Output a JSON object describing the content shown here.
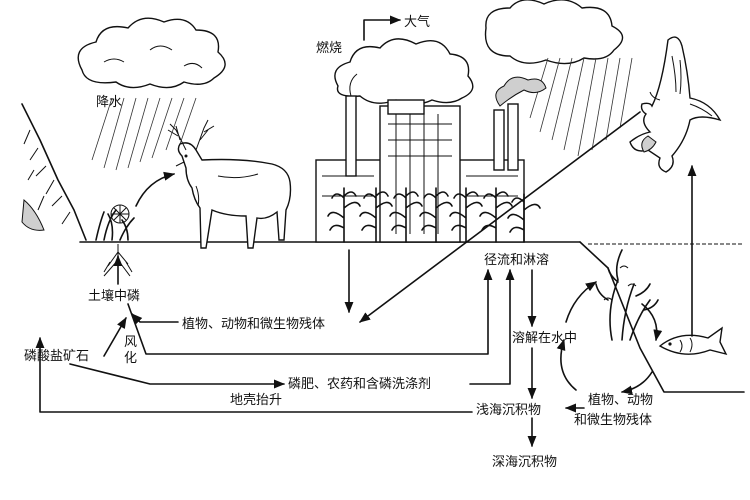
{
  "labels": {
    "precipitation": "降水",
    "atmosphere": "大气",
    "combustion": "燃烧",
    "soil_phosphorus": "土壤中磷",
    "phosphate_rock": "磷酸盐矿石",
    "weathering": "风化",
    "plant_animal_microbe_remains": "植物、动物和微生物残体",
    "runoff_leaching": "径流和淋溶",
    "dissolved_in_water": "溶解在水中",
    "fertilizer_pesticide_detergent": "磷肥、农药和含磷洗涤剂",
    "crustal_uplift": "地壳抬升",
    "shallow_sea_sediment": "浅海沉积物",
    "marine_remains_line1": "植物、动物",
    "marine_remains_line2": "和微生物残体",
    "deep_sea_sediment": "深海沉积物"
  },
  "icons": [
    "cloud-icon",
    "deer-icon",
    "factory-icon",
    "corn-icon",
    "eagle-icon",
    "fish-icon",
    "seaweed-icon",
    "mountain-icon"
  ]
}
